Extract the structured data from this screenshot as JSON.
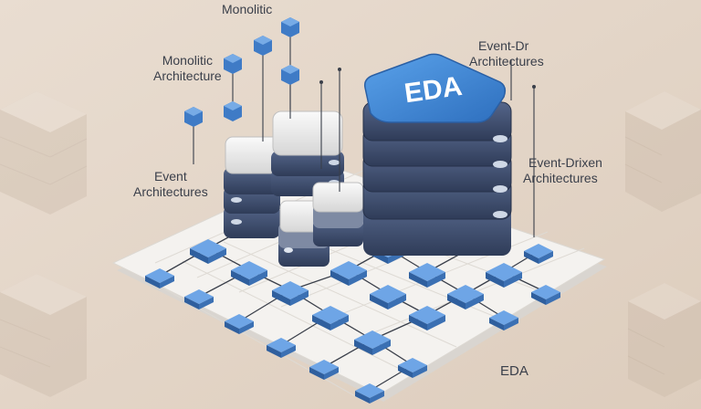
{
  "labels": {
    "monolitic_top": "Monolitic",
    "monolitic_arch": [
      "Monolitic",
      "Architecture"
    ],
    "event_arch": [
      "Event",
      "Architectures"
    ],
    "event_dr_top": [
      "Event-Dr",
      "Architectures"
    ],
    "event_driven": [
      "Event-Drixen",
      "Architectures"
    ],
    "eda_bottom": "EDA",
    "eda_badge": "EDA"
  },
  "colors": {
    "background": "#e6d8cb",
    "platform": "#f4f2ef",
    "node_blue": "#4a7fc4",
    "server_dark": "#3d4d6e",
    "server_light": "#eeeeee",
    "eda_badge": "#3f86d6",
    "line": "#3a3f4a"
  }
}
